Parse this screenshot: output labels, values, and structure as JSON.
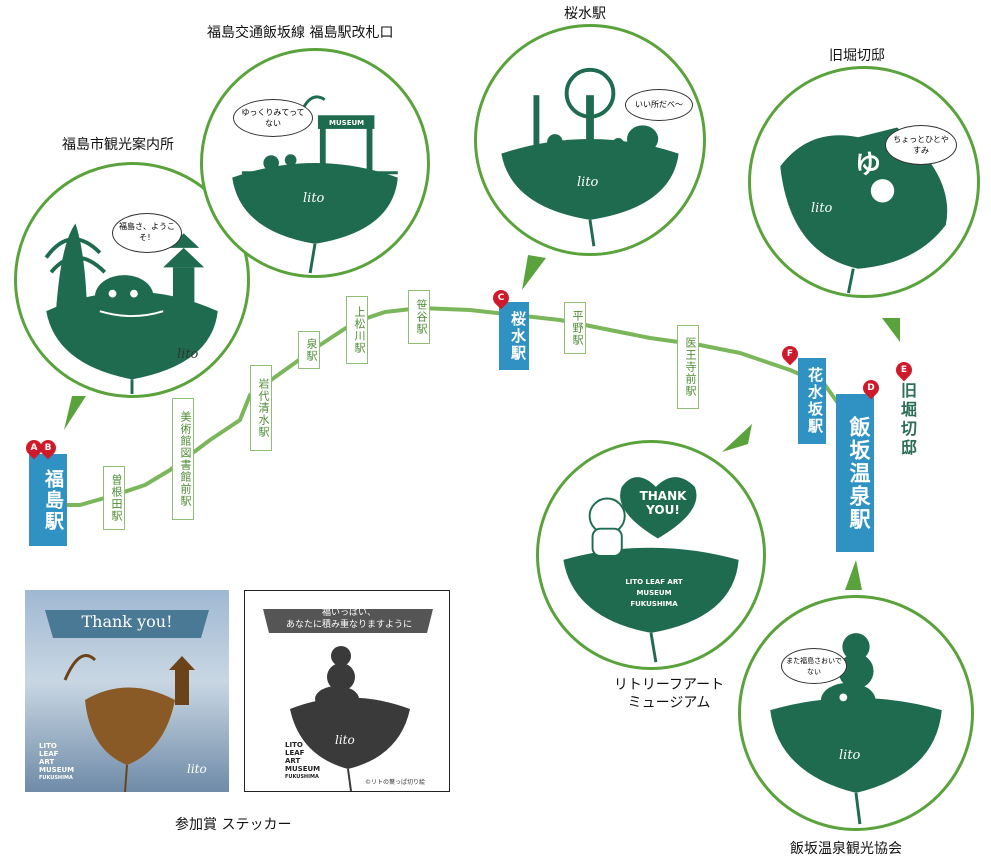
{
  "spots": {
    "kankou_annai": {
      "label": "福島市観光案内所",
      "bubble_text": "福島さ、ようこそ！",
      "logo": "lito"
    },
    "kaisatsu": {
      "label": "福島交通飯坂線 福島駅改札口",
      "bubble_text": "ゆっくりみてってない",
      "sign": "MUSEUM",
      "logo": "lito"
    },
    "sakuramizu": {
      "label": "桜水駅",
      "bubble_text": "いい所だべ〜",
      "logo": "lito"
    },
    "kyuhori": {
      "label": "旧堀切邸",
      "bubble_text": "ちょっとひとやすみ",
      "sign": "ゆ",
      "logo": "lito"
    },
    "museum": {
      "label": "リトリーフアート ミュージアム",
      "heart_text": "THANK YOU!",
      "leaf_text": [
        "LITO LEAF ART",
        "MUSEUM",
        "FUKUSHIMA"
      ]
    },
    "iizaka_kyokai": {
      "label": "飯坂温泉観光協会",
      "bubble_text": "また福島さおいでない",
      "logo": "lito"
    }
  },
  "stations": [
    {
      "id": "fukushima",
      "name": "福島駅",
      "marker": "AB",
      "major": true
    },
    {
      "id": "soneda",
      "name": "曽根田駅"
    },
    {
      "id": "bijutsukan",
      "name": "美術館図書館前駅"
    },
    {
      "id": "iwashiroshimizu",
      "name": "岩代清水駅"
    },
    {
      "id": "izumi",
      "name": "泉駅"
    },
    {
      "id": "kamimatsukawa",
      "name": "上松川駅"
    },
    {
      "id": "sasaya",
      "name": "笹谷駅"
    },
    {
      "id": "sakuramizu",
      "name": "桜水駅",
      "marker": "C",
      "major": true
    },
    {
      "id": "hirano",
      "name": "平野駅"
    },
    {
      "id": "iouji",
      "name": "医王寺前駅"
    },
    {
      "id": "hanamizuzaka",
      "name": "花水坂駅",
      "marker": "F",
      "major": true
    },
    {
      "id": "iizakaonsen",
      "name": "飯坂温泉駅",
      "marker": "D",
      "major": true
    }
  ],
  "kyuhori_marker": {
    "marker": "E",
    "name": "旧堀切邸"
  },
  "prize": {
    "label": "参加賞 ステッカー",
    "sticker1": {
      "title": "Thank you!",
      "brand": [
        "LITO",
        "LEAF",
        "ART",
        "MUSEUM"
      ],
      "brand_sub": "FUKUSHIMA",
      "logo": "lito"
    },
    "sticker2": {
      "caption_lines": [
        "福いっぱい、",
        "あなたに積み重なりますように"
      ],
      "brand": [
        "LITO",
        "LEAF",
        "ART",
        "MUSEUM"
      ],
      "brand_sub": "FUKUSHIMA",
      "copyright": "©リトの葉っぱ切り絵",
      "logo": "lito"
    }
  },
  "colors": {
    "line": "#7cb65b",
    "leaf": "#1f6b4f",
    "station_blue": "#2f92c3",
    "marker_red": "#cf1a2b",
    "bubble_border": "#5aa33c"
  }
}
